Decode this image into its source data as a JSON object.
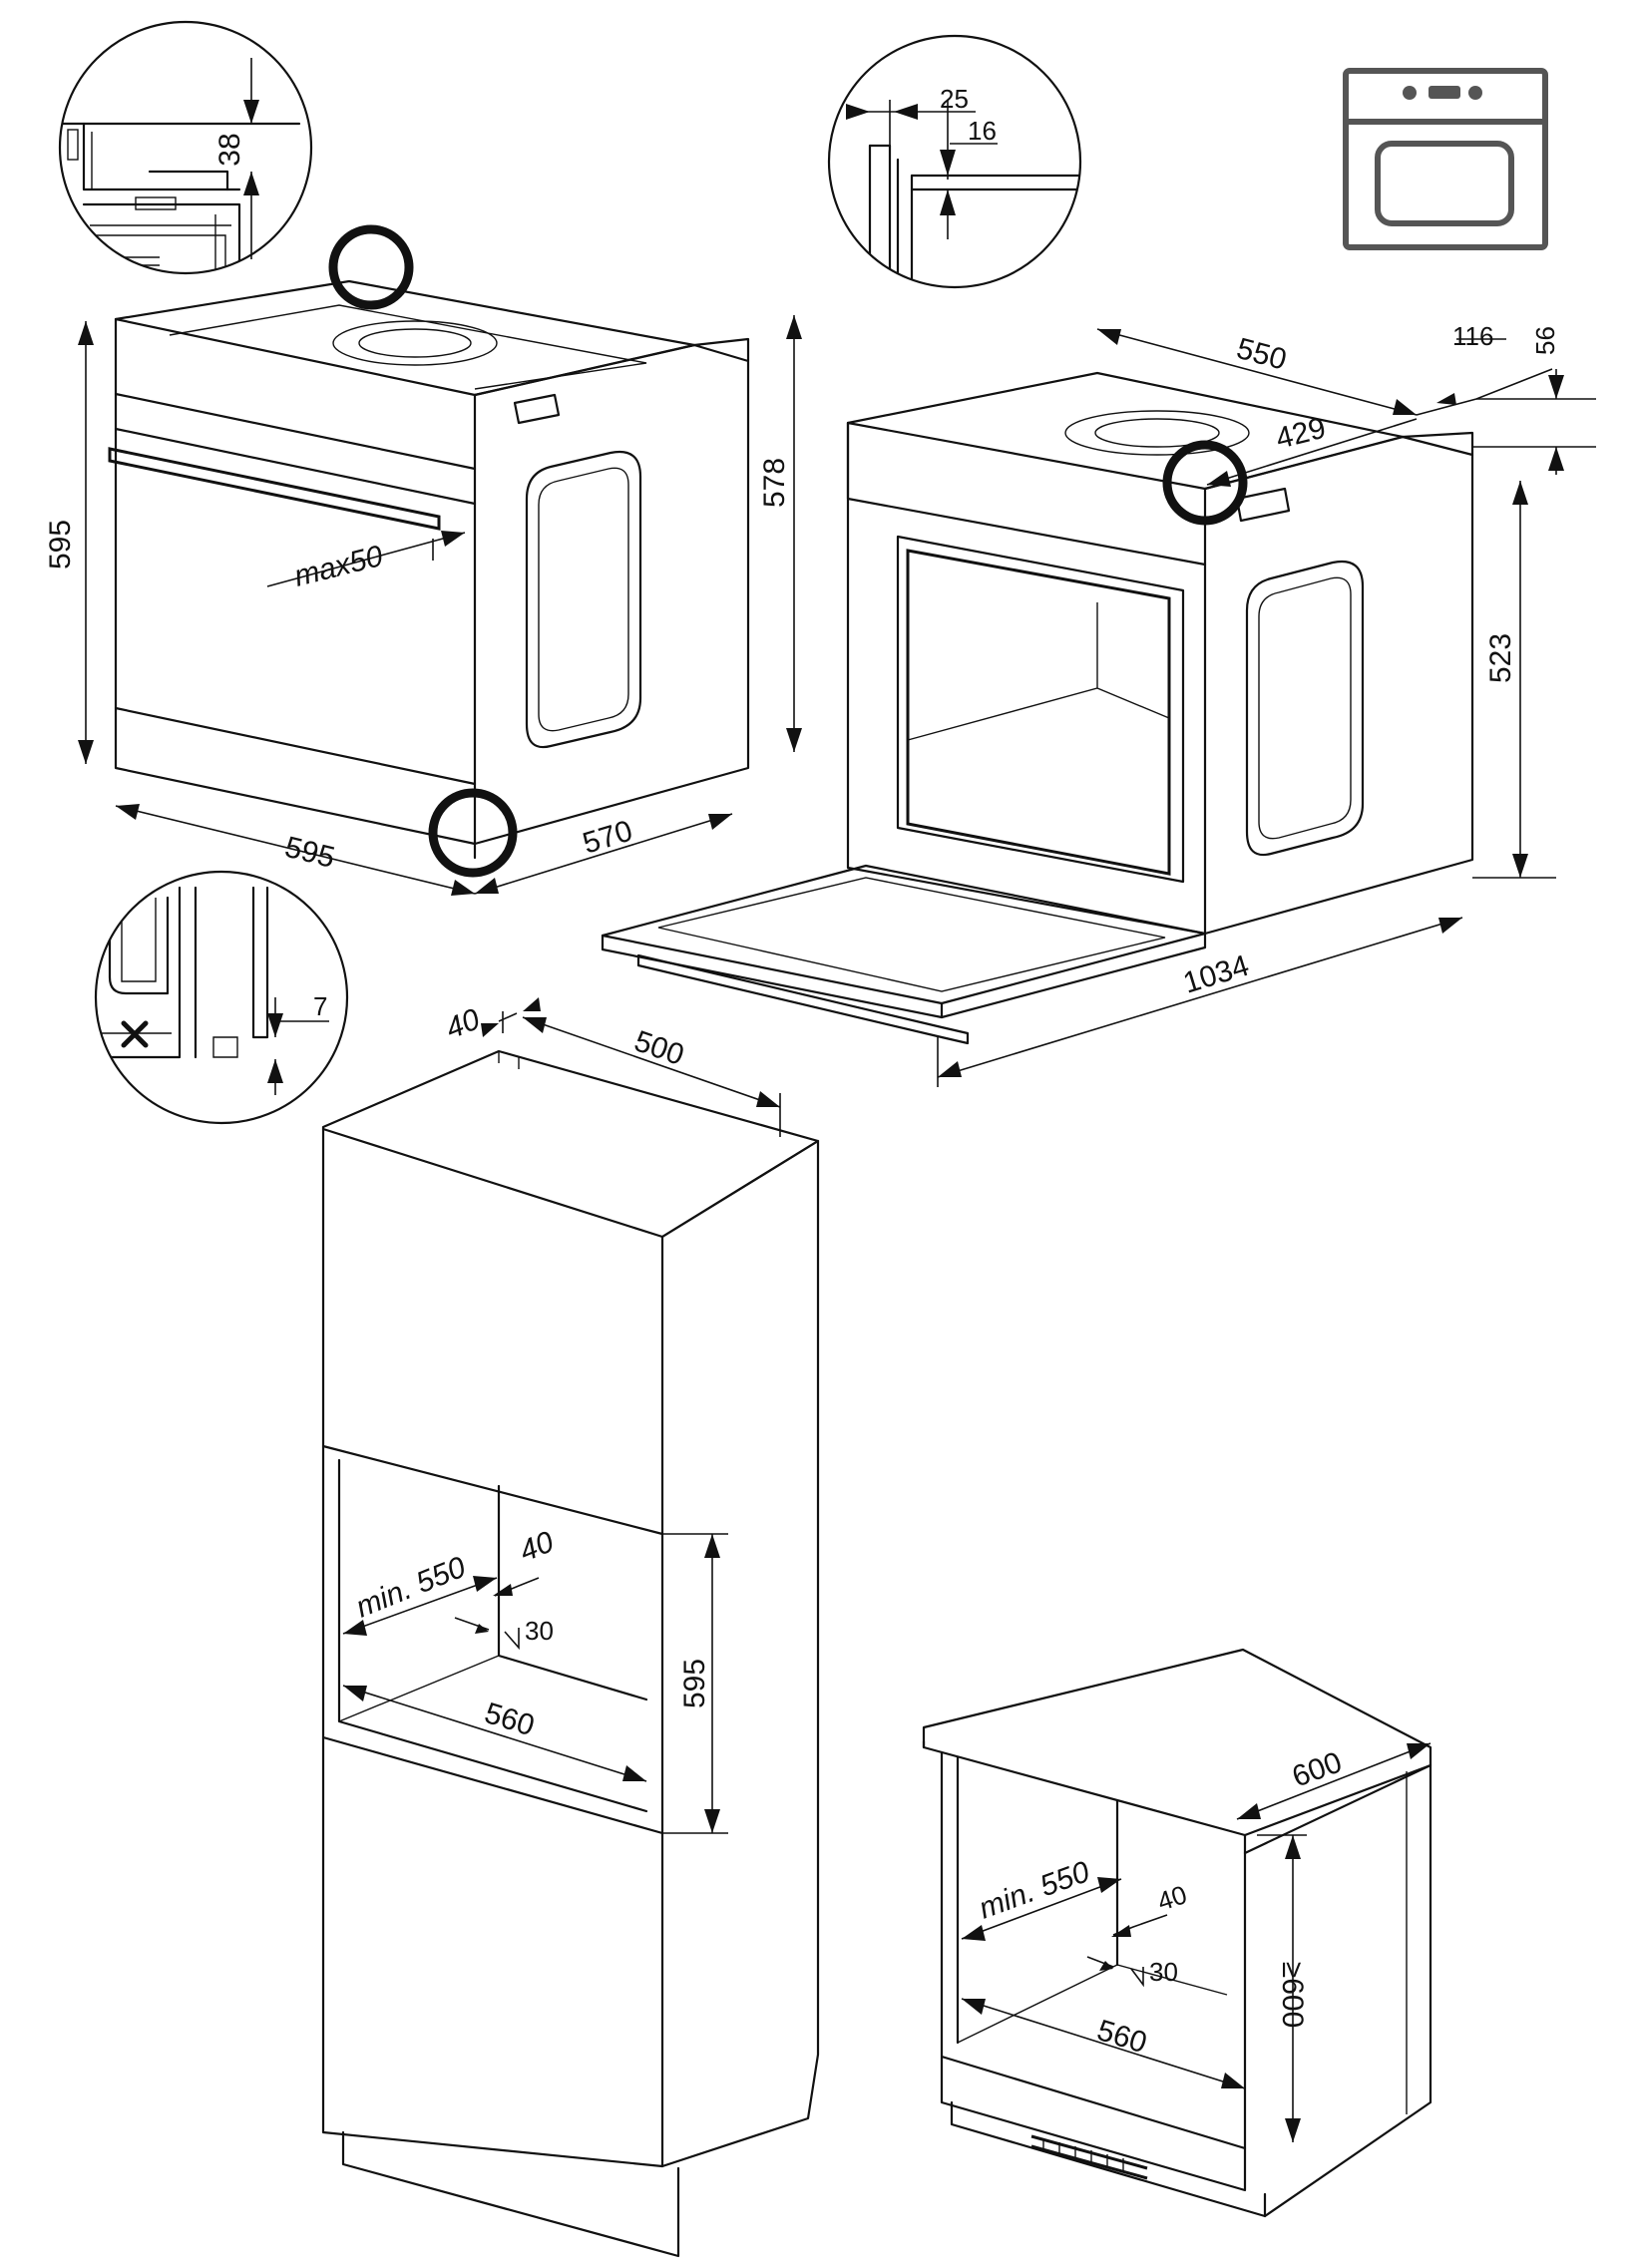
{
  "dimensions": {
    "oven_height": "595",
    "oven_width": "595",
    "oven_depth": "570",
    "oven_side_height": "578",
    "handle_max": "max50",
    "detail_top_gap": "38",
    "detail_bottom_gap": "7",
    "open_depth": "550",
    "open_rear_offset": "116",
    "open_top_offset": "56",
    "open_inner_depth": "429",
    "open_side_height": "523",
    "open_total_depth": "1034",
    "detail_frame_a": "25",
    "detail_frame_b": "16",
    "tall_unit_front": "40",
    "tall_unit_depth": "500",
    "tall_unit_min_depth": "min. 550",
    "tall_unit_vent_depth": "40",
    "tall_unit_vent_gap": "30",
    "tall_unit_niche_height": "595",
    "tall_unit_niche_width": "560",
    "base_unit_top_depth": "600",
    "base_unit_min_depth": "min. 550",
    "base_unit_vent_depth": "40",
    "base_unit_vent_gap": "30",
    "base_unit_niche_width": "560",
    "base_unit_niche_height": "≥600"
  },
  "icons": {
    "oven": "built-in-oven-icon",
    "remove": "x-mark-icon"
  },
  "colors": {
    "line": "#111111",
    "icon": "#555555"
  }
}
